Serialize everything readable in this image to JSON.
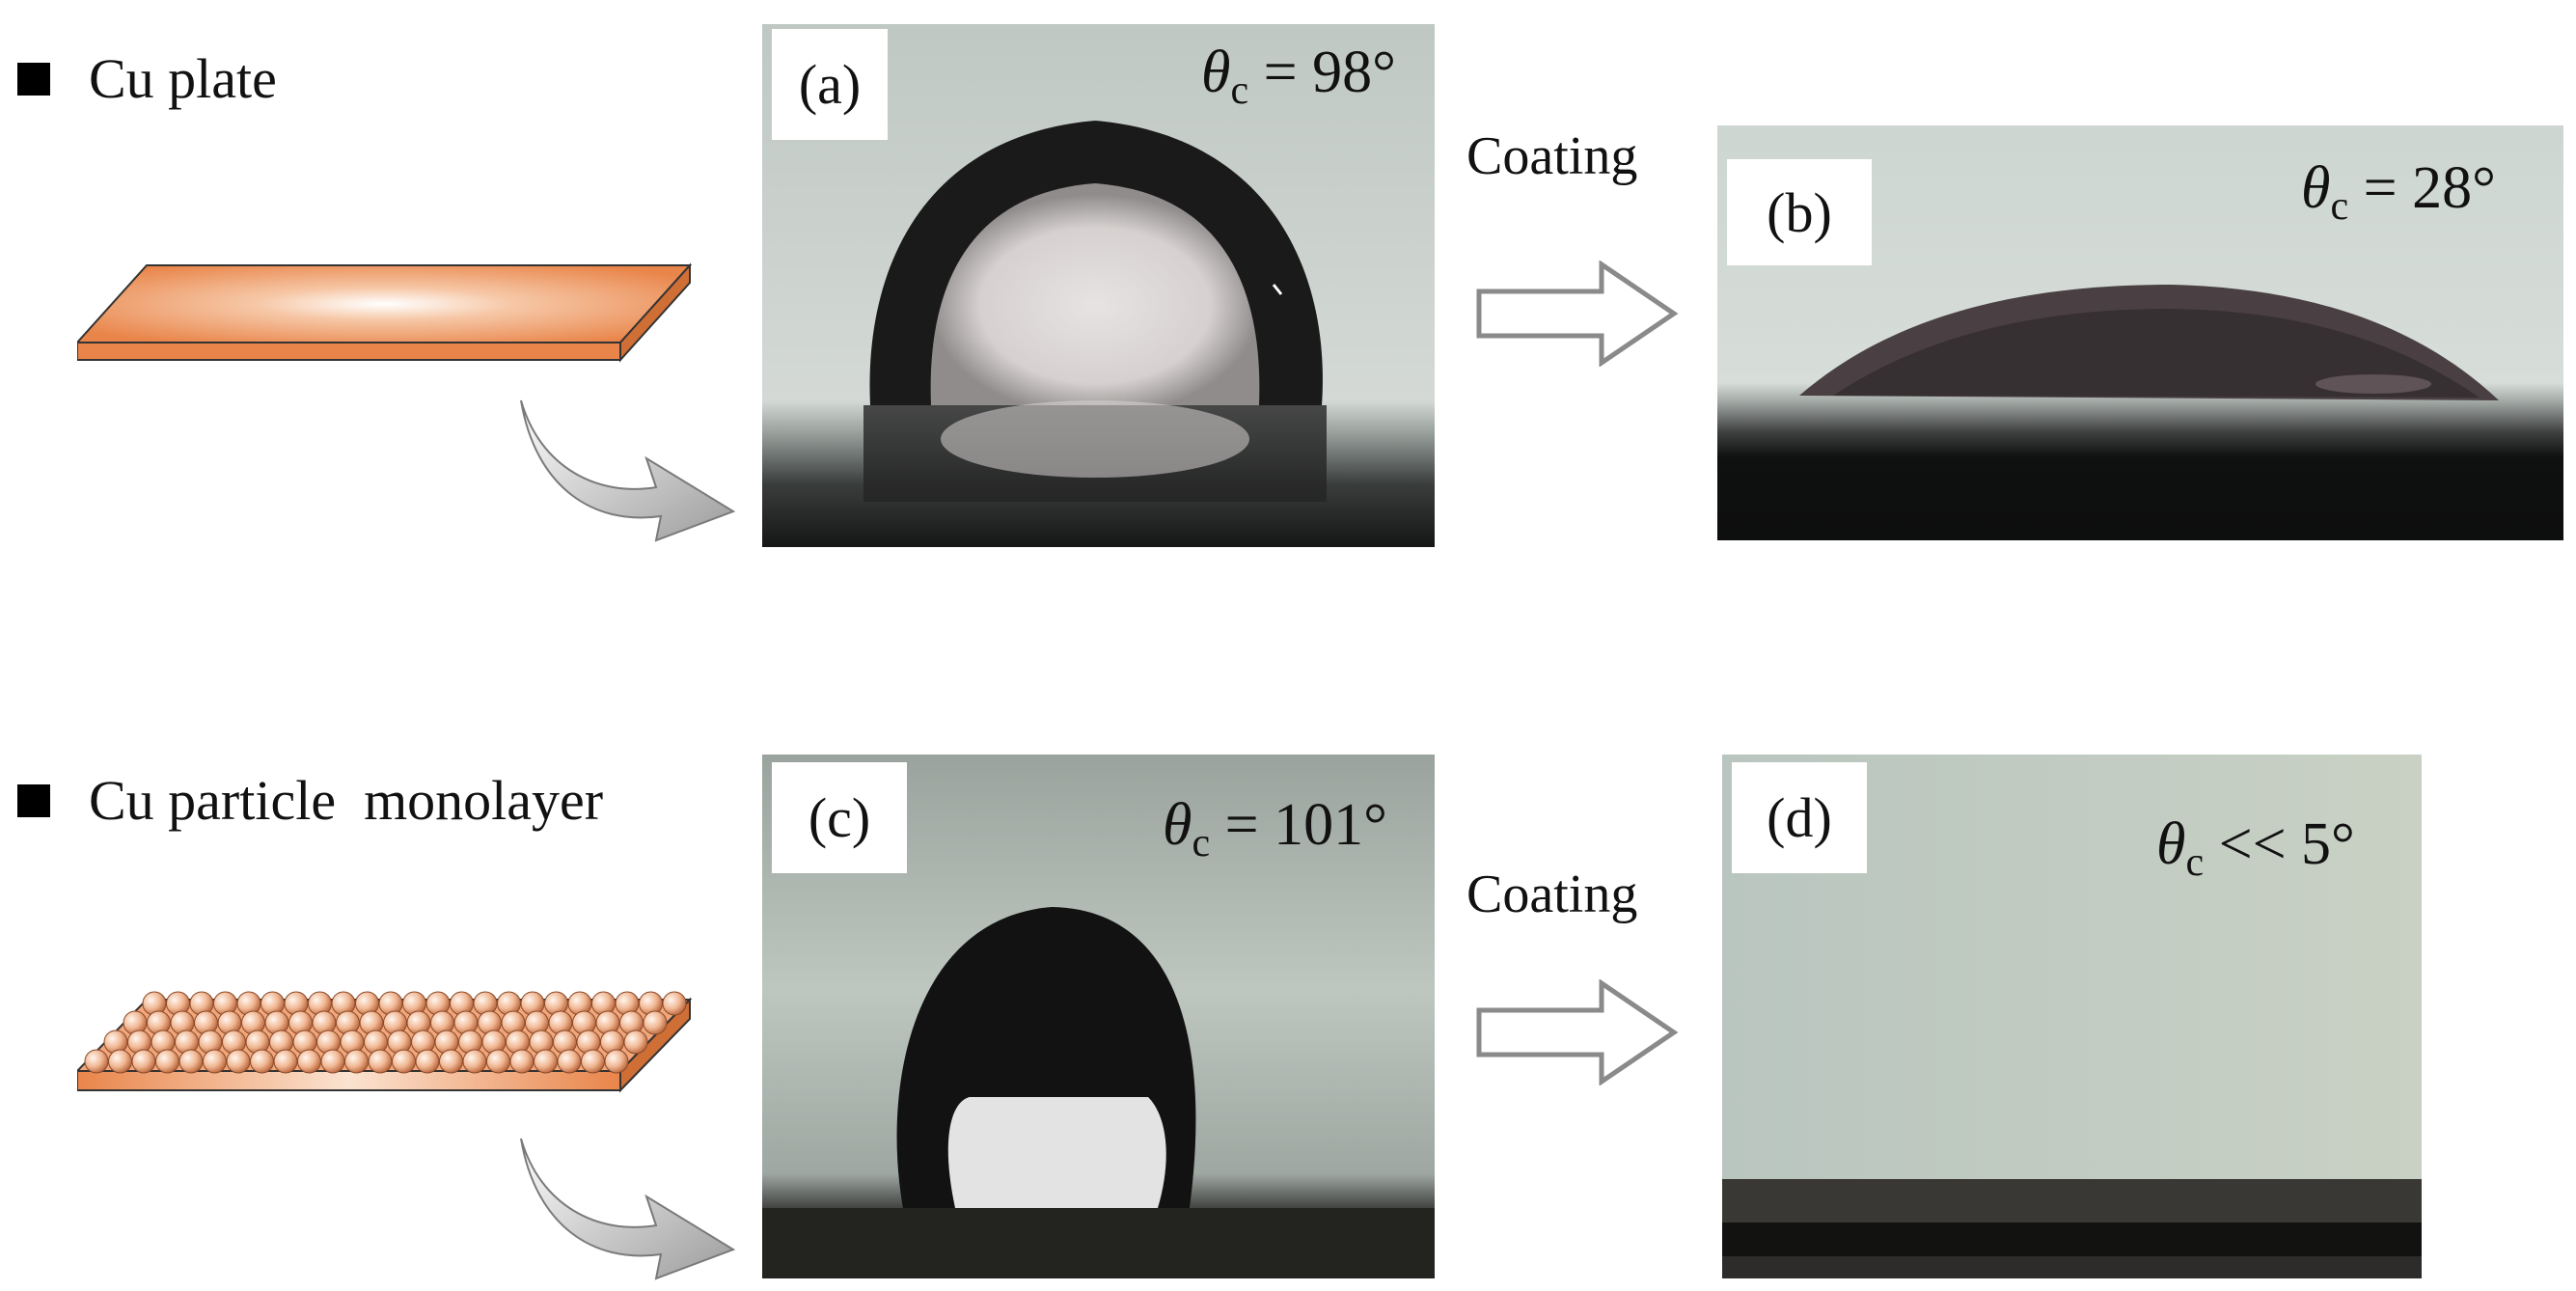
{
  "rows": [
    {
      "heading": "Cu plate"
    },
    {
      "heading": "Cu particle  monolayer"
    }
  ],
  "panels": [
    {
      "label": "(a)",
      "angle_symbol": "θ",
      "angle_sub": "c",
      "angle_value": " = 98°"
    },
    {
      "label": "(b)",
      "angle_symbol": "θ",
      "angle_sub": "c",
      "angle_value": " = 28°"
    },
    {
      "label": "(c)",
      "angle_symbol": "θ",
      "angle_sub": "c",
      "angle_value": " = 101°"
    },
    {
      "label": "(d)",
      "angle_symbol": "θ",
      "angle_sub": "c",
      "angle_value": " << 5°"
    }
  ],
  "process_label": "Coating",
  "colors": {
    "copper": "#e9854a",
    "copper_light": "#fff3ea",
    "arrow_gray": "#8a8a8a"
  }
}
